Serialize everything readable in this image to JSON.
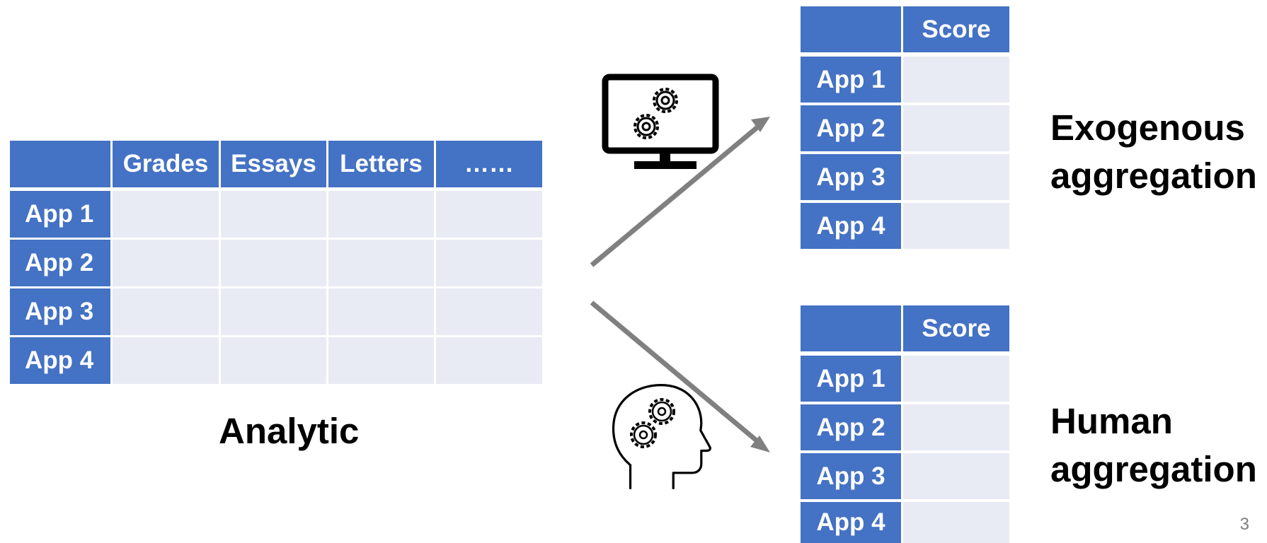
{
  "analytic": {
    "columns": [
      "",
      "Grades",
      "Essays",
      "Letters",
      "……"
    ],
    "rows": [
      "App 1",
      "App 2",
      "App 3",
      "App 4"
    ],
    "caption": "Analytic"
  },
  "exogenous": {
    "columns": [
      "",
      "Score"
    ],
    "rows": [
      "App 1",
      "App 2",
      "App 3",
      "App 4"
    ],
    "label_line1": "Exogenous",
    "label_line2": "aggregation",
    "icon": "computer-gears-icon"
  },
  "human": {
    "columns": [
      "",
      "Score"
    ],
    "rows": [
      "App 1",
      "App 2",
      "App 3",
      "App 4"
    ],
    "label_line1": "Human",
    "label_line2": "aggregation",
    "icon": "head-gears-icon"
  },
  "page_number": "3",
  "colors": {
    "header_blue": "#4472c4",
    "body_light": "#e8ebf4",
    "arrow_gray": "#808080"
  }
}
